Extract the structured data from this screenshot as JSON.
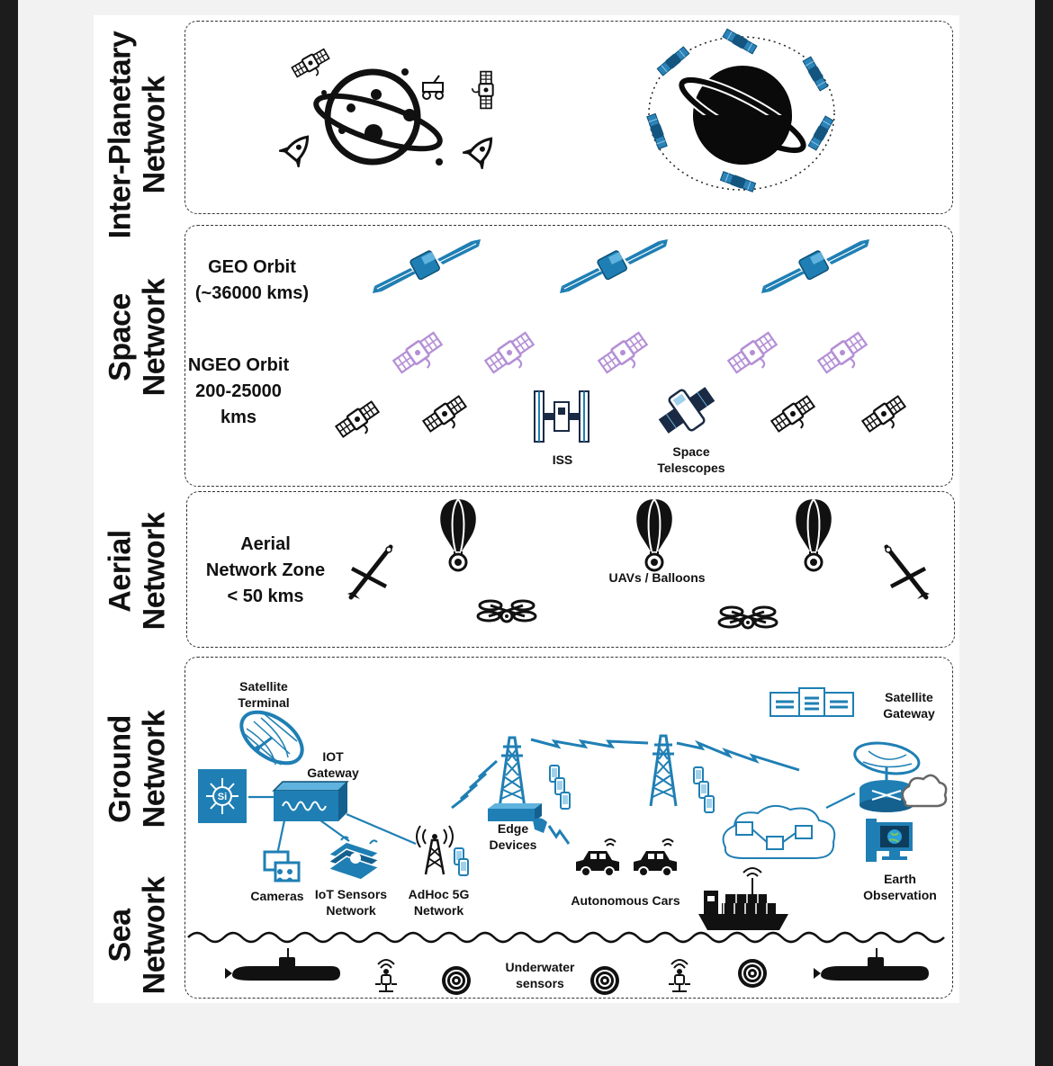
{
  "layers": {
    "inter_planetary": {
      "label": "Inter-Planetary\nNetwork"
    },
    "space": {
      "label": "Space\nNetwork",
      "geo_orbit": "GEO Orbit\n(~36000 kms)",
      "ngeo_orbit": "NGEO Orbit\n200-25000\nkms",
      "iss": "ISS",
      "space_telescopes": "Space\nTelescopes"
    },
    "aerial": {
      "label": "Aerial\nNetwork",
      "zone": "Aerial\nNetwork Zone\n< 50 kms",
      "uavs_balloons": "UAVs / Balloons"
    },
    "ground": {
      "label": "Ground\nNetwork",
      "satellite_terminal": "Satellite\nTerminal",
      "iot_gateway": "IOT\nGateway",
      "cameras": "Cameras",
      "iot_sensors": "IoT Sensors\nNetwork",
      "adhoc_5g": "AdHoc 5G\nNetwork",
      "edge_devices": "Edge\nDevices",
      "autonomous_cars": "Autonomous Cars",
      "satellite_gateway": "Satellite\nGateway",
      "earth_observation": "Earth\nObservation"
    },
    "sea": {
      "label": "Sea\nNetwork",
      "underwater_sensors": "Underwater\nsensors"
    }
  },
  "colors": {
    "blue": "#1f7fb4",
    "purple": "#b48fd6",
    "black": "#111111",
    "dashed_border": "#333333"
  }
}
